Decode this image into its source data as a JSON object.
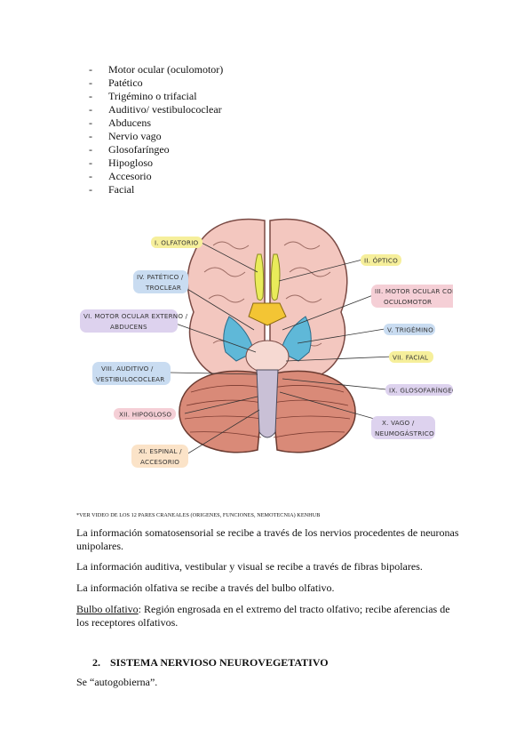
{
  "nerve_list": [
    {
      "dash": "-",
      "text": "Motor ocular (oculomotor)"
    },
    {
      "dash": "-",
      "text": "Patético"
    },
    {
      "dash": "-",
      "text": "Trigémino o trifacial"
    },
    {
      "dash": "-",
      "text": "Auditivo/ vestibulococlear"
    },
    {
      "dash": "-",
      "text": "Abducens"
    },
    {
      "dash": "-",
      "text": "Nervio vago"
    },
    {
      "dash": "-",
      "text": "Glosofaríngeo"
    },
    {
      "dash": "-",
      "text": "Hipogloso"
    },
    {
      "dash": "-",
      "text": "Accesorio"
    },
    {
      "dash": "-",
      "text": "Facial"
    }
  ],
  "figure": {
    "labels": {
      "olfatorio": "I. OLFATORIO",
      "optico": "II. ÓPTICO",
      "patetico_1": "IV. PATÉTICO /",
      "patetico_2": "TROCLEAR",
      "motor_comun_1": "III. MOTOR OCULAR COMÚN /",
      "motor_comun_2": "OCULOMOTOR",
      "motor_externo_1": "VI. MOTOR OCULAR EXTERNO /",
      "motor_externo_2": "ABDUCENS",
      "trigemino": "V. TRIGÉMINO",
      "facial": "VII. FACIAL",
      "auditivo_1": "VIII. AUDITIVO /",
      "auditivo_2": "VESTIBULOCOCLEAR",
      "glosofaringeo": "IX. GLOSOFARÍNGEO",
      "hipogloso": "XII. HIPOGLOSO",
      "vago_1": "X. VAGO /",
      "vago_2": "NEUMOGÁSTRICO",
      "espinal_1": "XI. ESPINAL /",
      "espinal_2": "ACCESORIO"
    },
    "colors": {
      "yellow_tag": "#f6ef9b",
      "blue_tag": "#c9dcf1",
      "pink_tag": "#f5cfd6",
      "purple_tag": "#ddd2ee",
      "peach_tag": "#fbe3c8",
      "brain": "#f3c7bf",
      "cerebellum": "#d98a78",
      "nerve_blue": "#5fb8d8",
      "nerve_yellow": "#f3c534"
    }
  },
  "caption": "*VER VIDEO DE LOS 12 PARES CRANEALES (ORIGENES, FUNCIONES, NEMOTECNIA) KENHUB",
  "paragraphs": {
    "p1": "La información somatosensorial se recibe a través de los nervios procedentes de neuronas unipolares.",
    "p2": "La información auditiva, vestibular y visual se recibe a través de fibras bipolares.",
    "p3": "La información olfativa se recibe a través del bulbo olfativo.",
    "p4_term": "Bulbo olfativo",
    "p4_rest": ": Región engrosada en el extremo del tracto olfativo; recibe aferencias de los receptores olfativos.",
    "p5": "Se “autogobierna”."
  },
  "heading": {
    "number": "2.",
    "text": "SISTEMA NERVIOSO NEUROVEGETATIVO"
  }
}
